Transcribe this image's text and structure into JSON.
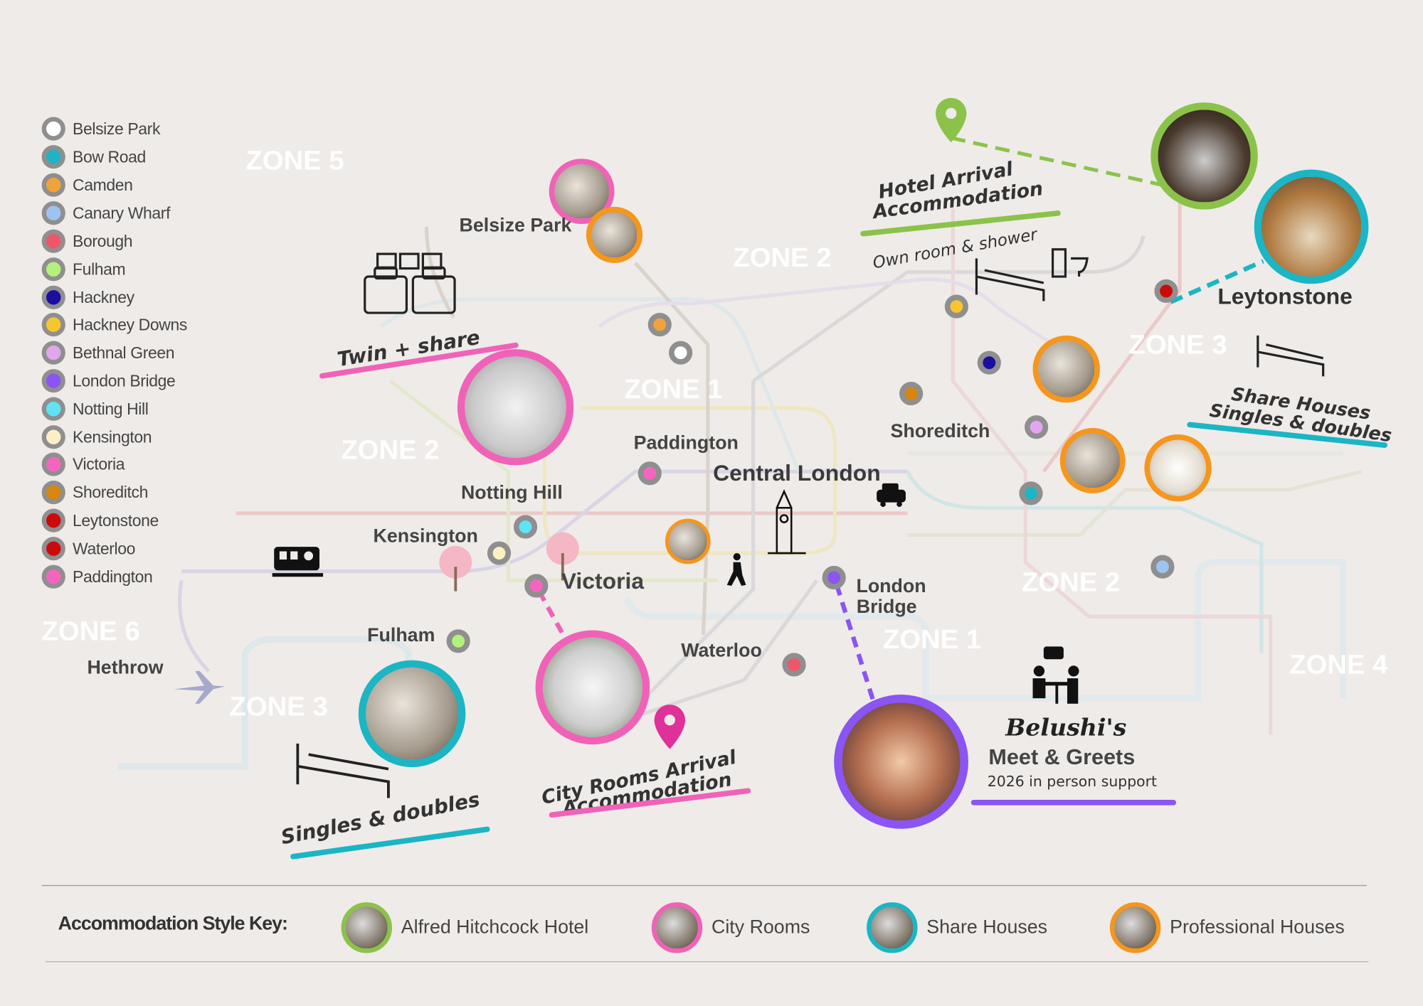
{
  "legend": [
    {
      "name": "Belsize Park",
      "color": "#ffffff"
    },
    {
      "name": "Bow Road",
      "color": "#1fb4c4"
    },
    {
      "name": "Camden",
      "color": "#f2a23a"
    },
    {
      "name": "Canary Wharf",
      "color": "#9cc4f0"
    },
    {
      "name": "Borough",
      "color": "#f0566a"
    },
    {
      "name": "Fulham",
      "color": "#b3f27a"
    },
    {
      "name": "Hackney",
      "color": "#1a0fa0"
    },
    {
      "name": "Hackney Downs",
      "color": "#f7c62e"
    },
    {
      "name": "Bethnal Green",
      "color": "#e2a6ee"
    },
    {
      "name": "London Bridge",
      "color": "#8a55f2"
    },
    {
      "name": "Notting Hill",
      "color": "#5ee4f6"
    },
    {
      "name": "Kensington",
      "color": "#fbf0c4"
    },
    {
      "name": "Victoria",
      "color": "#f565c0"
    },
    {
      "name": "Shoreditch",
      "color": "#d8860e"
    },
    {
      "name": "Leytonstone",
      "color": "#cc0a0a"
    },
    {
      "name": "Waterloo",
      "color": "#cc0a0a"
    },
    {
      "name": "Paddington",
      "color": "#f565c0"
    }
  ],
  "zones": {
    "z5": "ZONE 5",
    "z2a": "ZONE 2",
    "z1a": "ZONE 1",
    "z2b": "ZONE 2",
    "z3a": "ZONE 3",
    "z2c": "ZONE 2",
    "z1b": "ZONE 1",
    "z4": "ZONE 4",
    "z6": "ZONE 6",
    "z3b": "ZONE 3"
  },
  "labels": {
    "belsize": "Belsize Park",
    "paddington": "Paddington",
    "central": "Central London",
    "notting": "Notting Hill",
    "kensington": "Kensington",
    "victoria": "Victoria",
    "fulham": "Fulham",
    "waterloo": "Waterloo",
    "london_bridge_1": "London",
    "london_bridge_2": "Bridge",
    "shoreditch": "Shoreditch",
    "leytonstone": "Leytonstone",
    "heathrow": "Hethrow"
  },
  "notes": {
    "hotel_1": "Hotel Arrival",
    "hotel_2": "Accommodation",
    "own_room": "Own room & shower",
    "twin": "Twin + share",
    "share_1": "Share Houses",
    "share_2": "Singles & doubles",
    "singles": "Singles & doubles",
    "city_1": "City Rooms Arrival",
    "city_2": "Accommodation",
    "belushis": "Belushi's",
    "meet": "Meet & Greets",
    "support": "2026 in person support"
  },
  "key": {
    "title": "Accommodation Style Key:",
    "items": [
      {
        "label": "Alfred Hitchcock Hotel",
        "color": "#8bc34a"
      },
      {
        "label": "City Rooms",
        "color": "#f062b8"
      },
      {
        "label": "Share Houses",
        "color": "#1bb5c4"
      },
      {
        "label": "Professional Houses",
        "color": "#f5961d"
      }
    ]
  }
}
